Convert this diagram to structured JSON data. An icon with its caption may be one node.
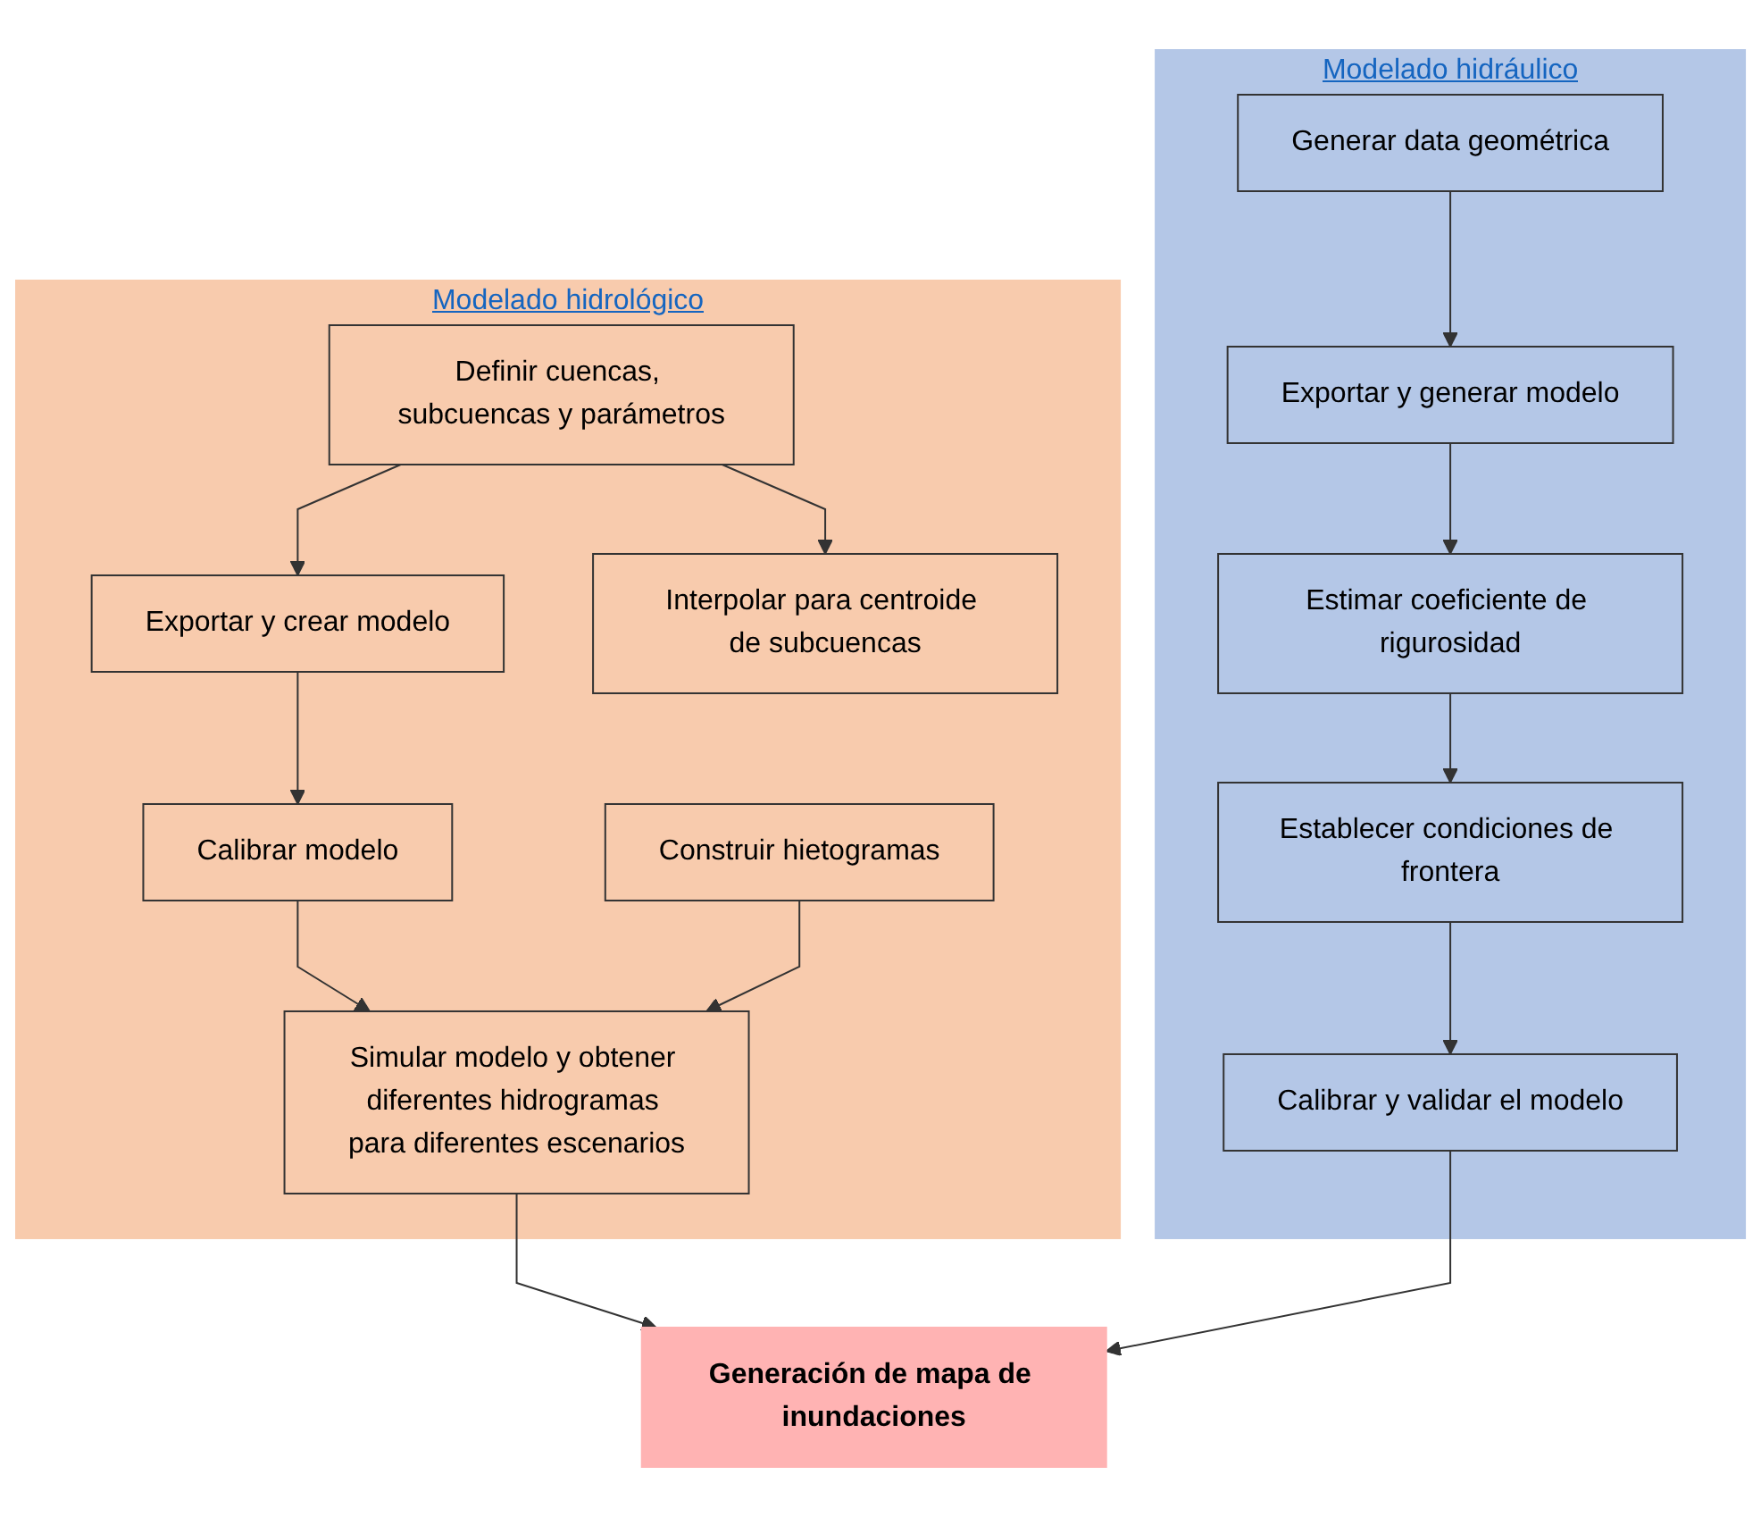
{
  "diagram": {
    "nodes": [
      {
        "text": [
          "Modelado hidrológico"
        ]
      },
      {
        "text": [
          "Definir cuencas, subcuencas y parámetros"
        ],
        "in": 0
      },
      {
        "text": [
          "Exportar y crear modelo"
        ],
        "in": 0
      },
      {
        "text": [
          "Calibrar modelo"
        ],
        "in": 0
      },
      {
        "text": [
          "Simular modelo y obtener diferentes hidrogramas para diferentes escenarios"
        ],
        "in": 0
      },
      {
        "text": [
          "Interpolar para centroide de subcuencas"
        ],
        "in": 0
      },
      {
        "text": [
          "Construir hietogramas"
        ],
        "in": 0
      },
      {
        "text": [
          "Modelado hidráulico"
        ]
      },
      {
        "text": [
          "Generar data geométrica"
        ],
        "in": 7
      },
      {
        "text": [
          "Exportar y generar modelo"
        ],
        "in": 7
      },
      {
        "text": [
          "Estimar coeficiente de rigurosidad"
        ],
        "in": 7
      },
      {
        "text": [
          "Establecer condiciones de frontera"
        ],
        "in": 7
      },
      {
        "text": [
          "Calibrar y validar el modelo"
        ],
        "in": 7
      },
      {
        "text": [
          "Generación de mapa de inundaciones"
        ]
      }
    ],
    "edges": [
      {
        "from": 1,
        "to": 2,
        "arrow": "to"
      },
      {
        "from": 2,
        "to": 3,
        "arrow": "to"
      },
      {
        "from": 3,
        "to": 4,
        "arrow": "to"
      },
      {
        "from": 6,
        "to": 4,
        "arrow": "to"
      },
      {
        "from": 1,
        "to": 5,
        "arrow": "to"
      },
      {
        "from": 4,
        "to": 13,
        "arrow": "to"
      },
      {
        "from": 8,
        "to": 9,
        "arrow": "to"
      },
      {
        "from": 9,
        "to": 10,
        "arrow": "to"
      },
      {
        "from": 10,
        "to": 11,
        "arrow": "to"
      },
      {
        "from": 11,
        "to": 12,
        "arrow": "to"
      },
      {
        "from": 12,
        "to": 13,
        "arrow": "to"
      }
    ]
  }
}
